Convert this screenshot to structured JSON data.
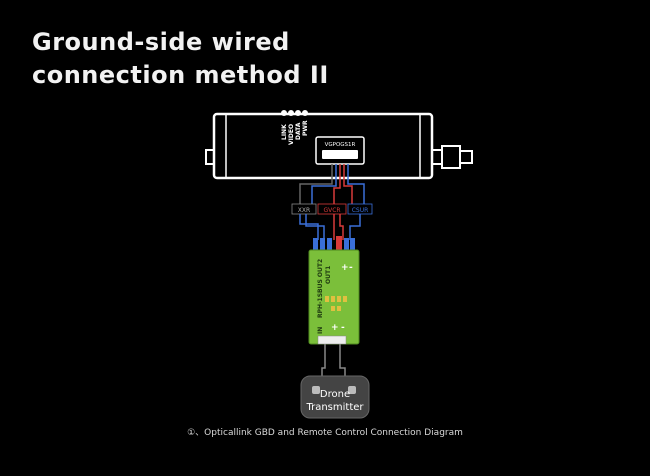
{
  "title": {
    "line1": "Ground-side wired",
    "line2": "connection method II"
  },
  "device": {
    "indicators": [
      "LINK",
      "VIDEO",
      "DATA",
      "PWR"
    ],
    "port_label": "VGPOGS1R"
  },
  "connector_labels": [
    "XXR",
    "GVCR",
    "CSUR"
  ],
  "board": {
    "labels": [
      "RPH-1SBUS OUT2",
      "OUT1",
      "IN"
    ],
    "plus_minus": [
      "+",
      "-",
      "+",
      "-"
    ]
  },
  "transmitter": {
    "line1": "Drone",
    "line2": "Transmitter"
  },
  "caption": "①、Opticallink GBD and Remote Control Connection Diagram",
  "colors": {
    "background": "#000000",
    "board": "#7bbf3a",
    "wire_red": "#d83a3a",
    "wire_blue": "#3a6fd8",
    "device_outline": "#ffffff"
  }
}
